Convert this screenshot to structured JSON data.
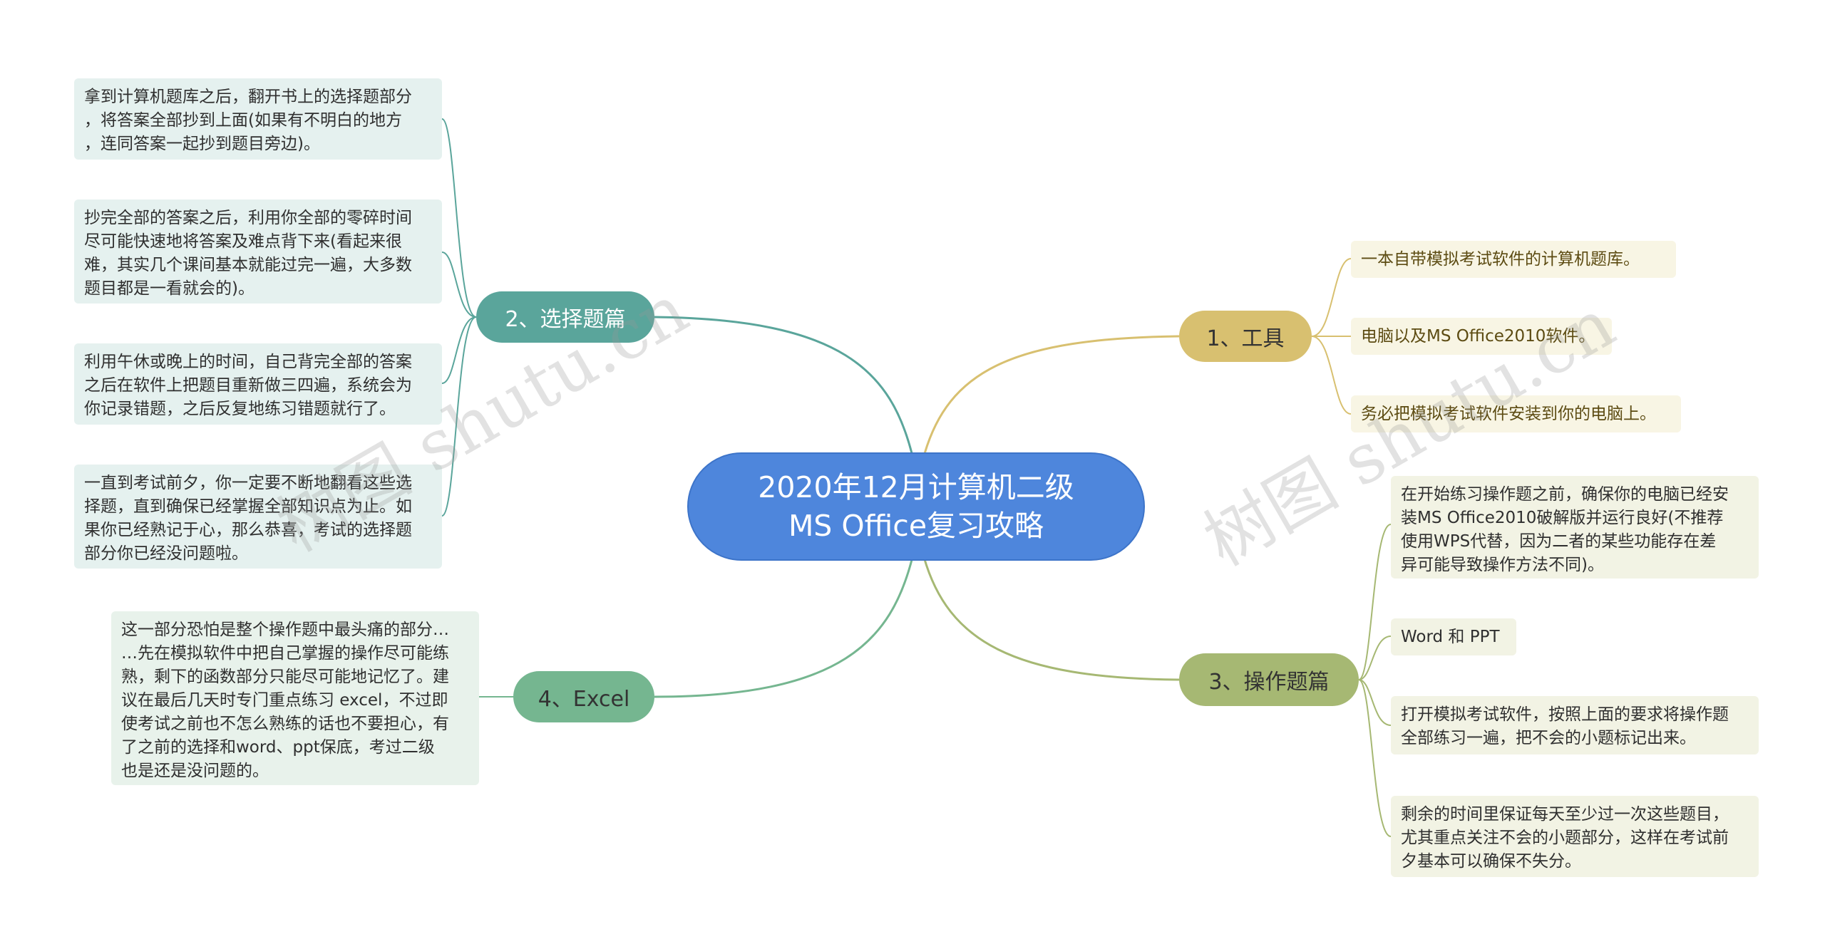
{
  "central": {
    "line1": "2020年12月计算机二级",
    "line2": "MS Office复习攻略"
  },
  "branches": {
    "tools": {
      "label": "1、工具",
      "color": "#d8c070",
      "items": [
        "一本自带模拟考试软件的计算机题库。",
        "电脑以及MS Office2010软件。",
        "务必把模拟考试软件安装到你的电脑上。"
      ]
    },
    "ops": {
      "label": "3、操作题篇",
      "color": "#a6b873",
      "items": [
        "在开始练习操作题之前，确保你的电脑已经安\n装MS Office2010破解版并运行良好(不推荐\n使用WPS代替，因为二者的某些功能存在差\n异可能导致操作方法不同)。",
        "Word 和 PPT",
        "打开模拟考试软件，按照上面的要求将操作题\n全部练习一遍，把不会的小题标记出来。",
        "剩余的时间里保证每天至少过一次这些题目，\n尤其重点关注不会的小题部分，这样在考试前\n夕基本可以确保不失分。"
      ]
    },
    "choice": {
      "label": "2、选择题篇",
      "color": "#5aa59b",
      "items": [
        "拿到计算机题库之后，翻开书上的选择题部分\n，将答案全部抄到上面(如果有不明白的地方\n，连同答案一起抄到题目旁边)。",
        "抄完全部的答案之后，利用你全部的零碎时间\n尽可能快速地将答案及难点背下来(看起来很\n难，其实几个课间基本就能过完一遍，大多数\n题目都是一看就会的)。",
        "利用午休或晚上的时间，自己背完全部的答案\n之后在软件上把题目重新做三四遍，系统会为\n你记录错题，之后反复地练习错题就行了。",
        "一直到考试前夕，你一定要不断地翻看这些选\n择题，直到确保已经掌握全部知识点为止。如\n果你已经熟记于心，那么恭喜，考试的选择题\n部分你已经没问题啦。"
      ]
    },
    "excel": {
      "label": "4、Excel",
      "color": "#75b690",
      "items": [
        "这一部分恐怕是整个操作题中最头痛的部分…\n…先在模拟软件中把自己掌握的操作尽可能练\n熟，剩下的函数部分只能尽可能地记忆了。建\n议在最后几天时专门重点练习 excel，不过即\n使考试之前也不怎么熟练的话也不要担心，有\n了之前的选择和word、ppt保底，考过二级\n也是还是没问题的。"
      ]
    }
  },
  "watermarks": [
    "树图 shutu.cn",
    "树图 shutu.cn"
  ]
}
